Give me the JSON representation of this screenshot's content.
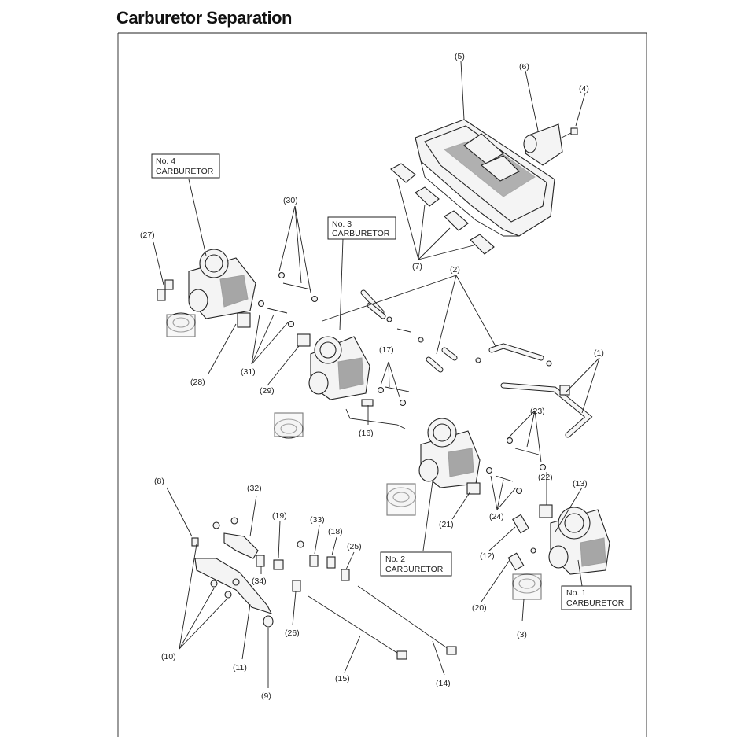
{
  "title": "Carburetor Separation",
  "boxes": {
    "no4": [
      "No. 4",
      "CARBURETOR"
    ],
    "no3": [
      "No. 3",
      "CARBURETOR"
    ],
    "no2": [
      "No. 2",
      "CARBURETOR"
    ],
    "no1": [
      "No. 1",
      "CARBURETOR"
    ]
  },
  "callouts": {
    "c1": "(1)",
    "c2": "(2)",
    "c3": "(3)",
    "c4": "(4)",
    "c5": "(5)",
    "c6": "(6)",
    "c7": "(7)",
    "c8": "(8)",
    "c9": "(9)",
    "c10": "(10)",
    "c11": "(11)",
    "c12": "(12)",
    "c13": "(13)",
    "c14": "(14)",
    "c15": "(15)",
    "c16": "(16)",
    "c17": "(17)",
    "c18": "(18)",
    "c19": "(19)",
    "c20": "(20)",
    "c21": "(21)",
    "c22": "(22)",
    "c23": "(23)",
    "c24": "(24)",
    "c25": "(25)",
    "c26": "(26)",
    "c27": "(27)",
    "c28": "(28)",
    "c29": "(29)",
    "c30": "(30)",
    "c31": "(31)",
    "c32": "(32)",
    "c33": "(33)",
    "c34": "(34)"
  }
}
